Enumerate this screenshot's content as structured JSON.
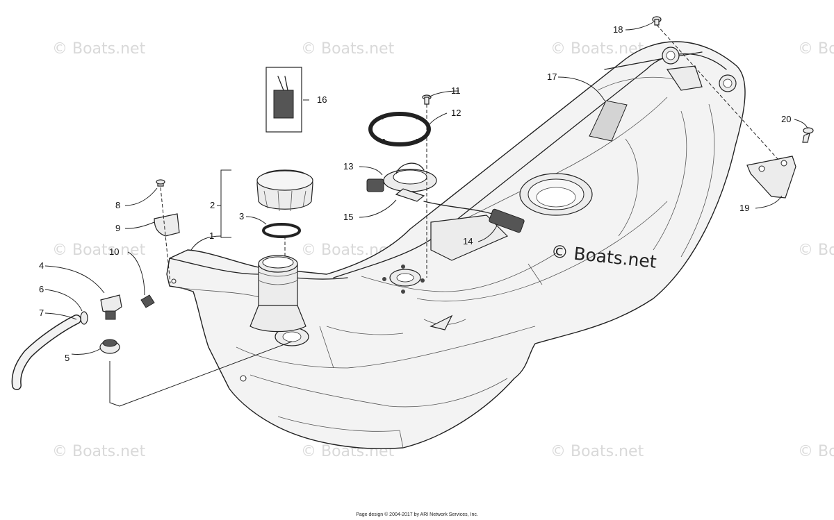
{
  "watermark": {
    "text": "© Boats.net",
    "main_text": "© Boats.net"
  },
  "parts": [
    {
      "number": "1"
    },
    {
      "number": "2"
    },
    {
      "number": "3"
    },
    {
      "number": "4"
    },
    {
      "number": "5"
    },
    {
      "number": "6"
    },
    {
      "number": "7"
    },
    {
      "number": "8"
    },
    {
      "number": "9"
    },
    {
      "number": "10"
    },
    {
      "number": "11"
    },
    {
      "number": "12"
    },
    {
      "number": "13"
    },
    {
      "number": "14"
    },
    {
      "number": "15"
    },
    {
      "number": "16"
    },
    {
      "number": "17"
    },
    {
      "number": "18"
    },
    {
      "number": "19"
    },
    {
      "number": "20"
    }
  ],
  "footer": {
    "text": "Page design © 2004-2017 by ARI Network Services, Inc."
  }
}
